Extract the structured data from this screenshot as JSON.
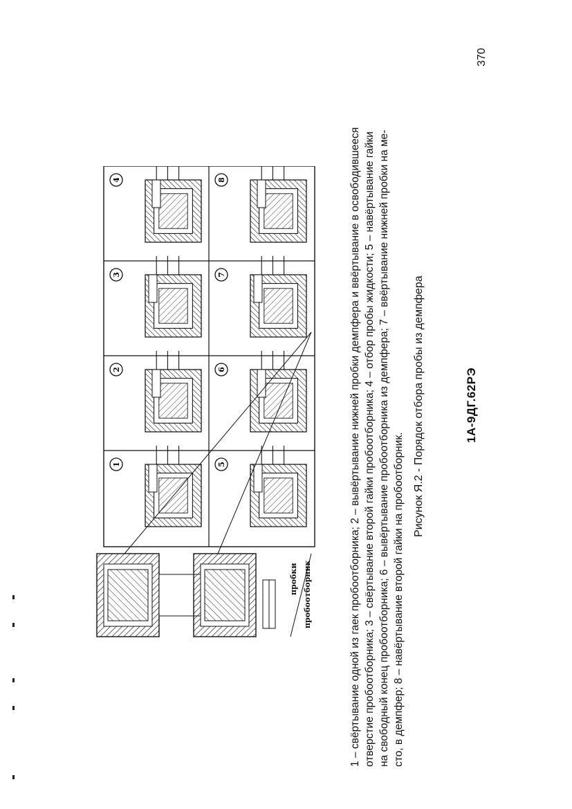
{
  "page_number": "370",
  "figure_caption": "Рисунок Я.2 - Порядок отбора пробы из демпфера",
  "document_code": "1А-9ДГ.62РЭ",
  "legend_lines": [
    "1 – свёртывание одной из гаек пробоотборника; 2 – вывёртывание нижней пробки демпфера и ввёртывание в освободившееся",
    "отверстие пробоотборника; 3 – свёртывание второй гайки пробоотборника; 4 – отбор пробы жидкости; 5 – навёртывание гайки",
    "на свободный конец пробоотборника; 6 – вывёртывание пробоотборника из демпфера; 7 – ввёртывание нижней пробки на ме-",
    "сто, в демпфер; 8 – навёртывание второй гайки на пробоотборник."
  ],
  "figure": {
    "label_plugs": "пробки",
    "label_sampler": "пробоотборник",
    "panels": [
      {
        "num": "1"
      },
      {
        "num": "2"
      },
      {
        "num": "3"
      },
      {
        "num": "4"
      },
      {
        "num": "5"
      },
      {
        "num": "6"
      },
      {
        "num": "7"
      },
      {
        "num": "8"
      }
    ]
  }
}
